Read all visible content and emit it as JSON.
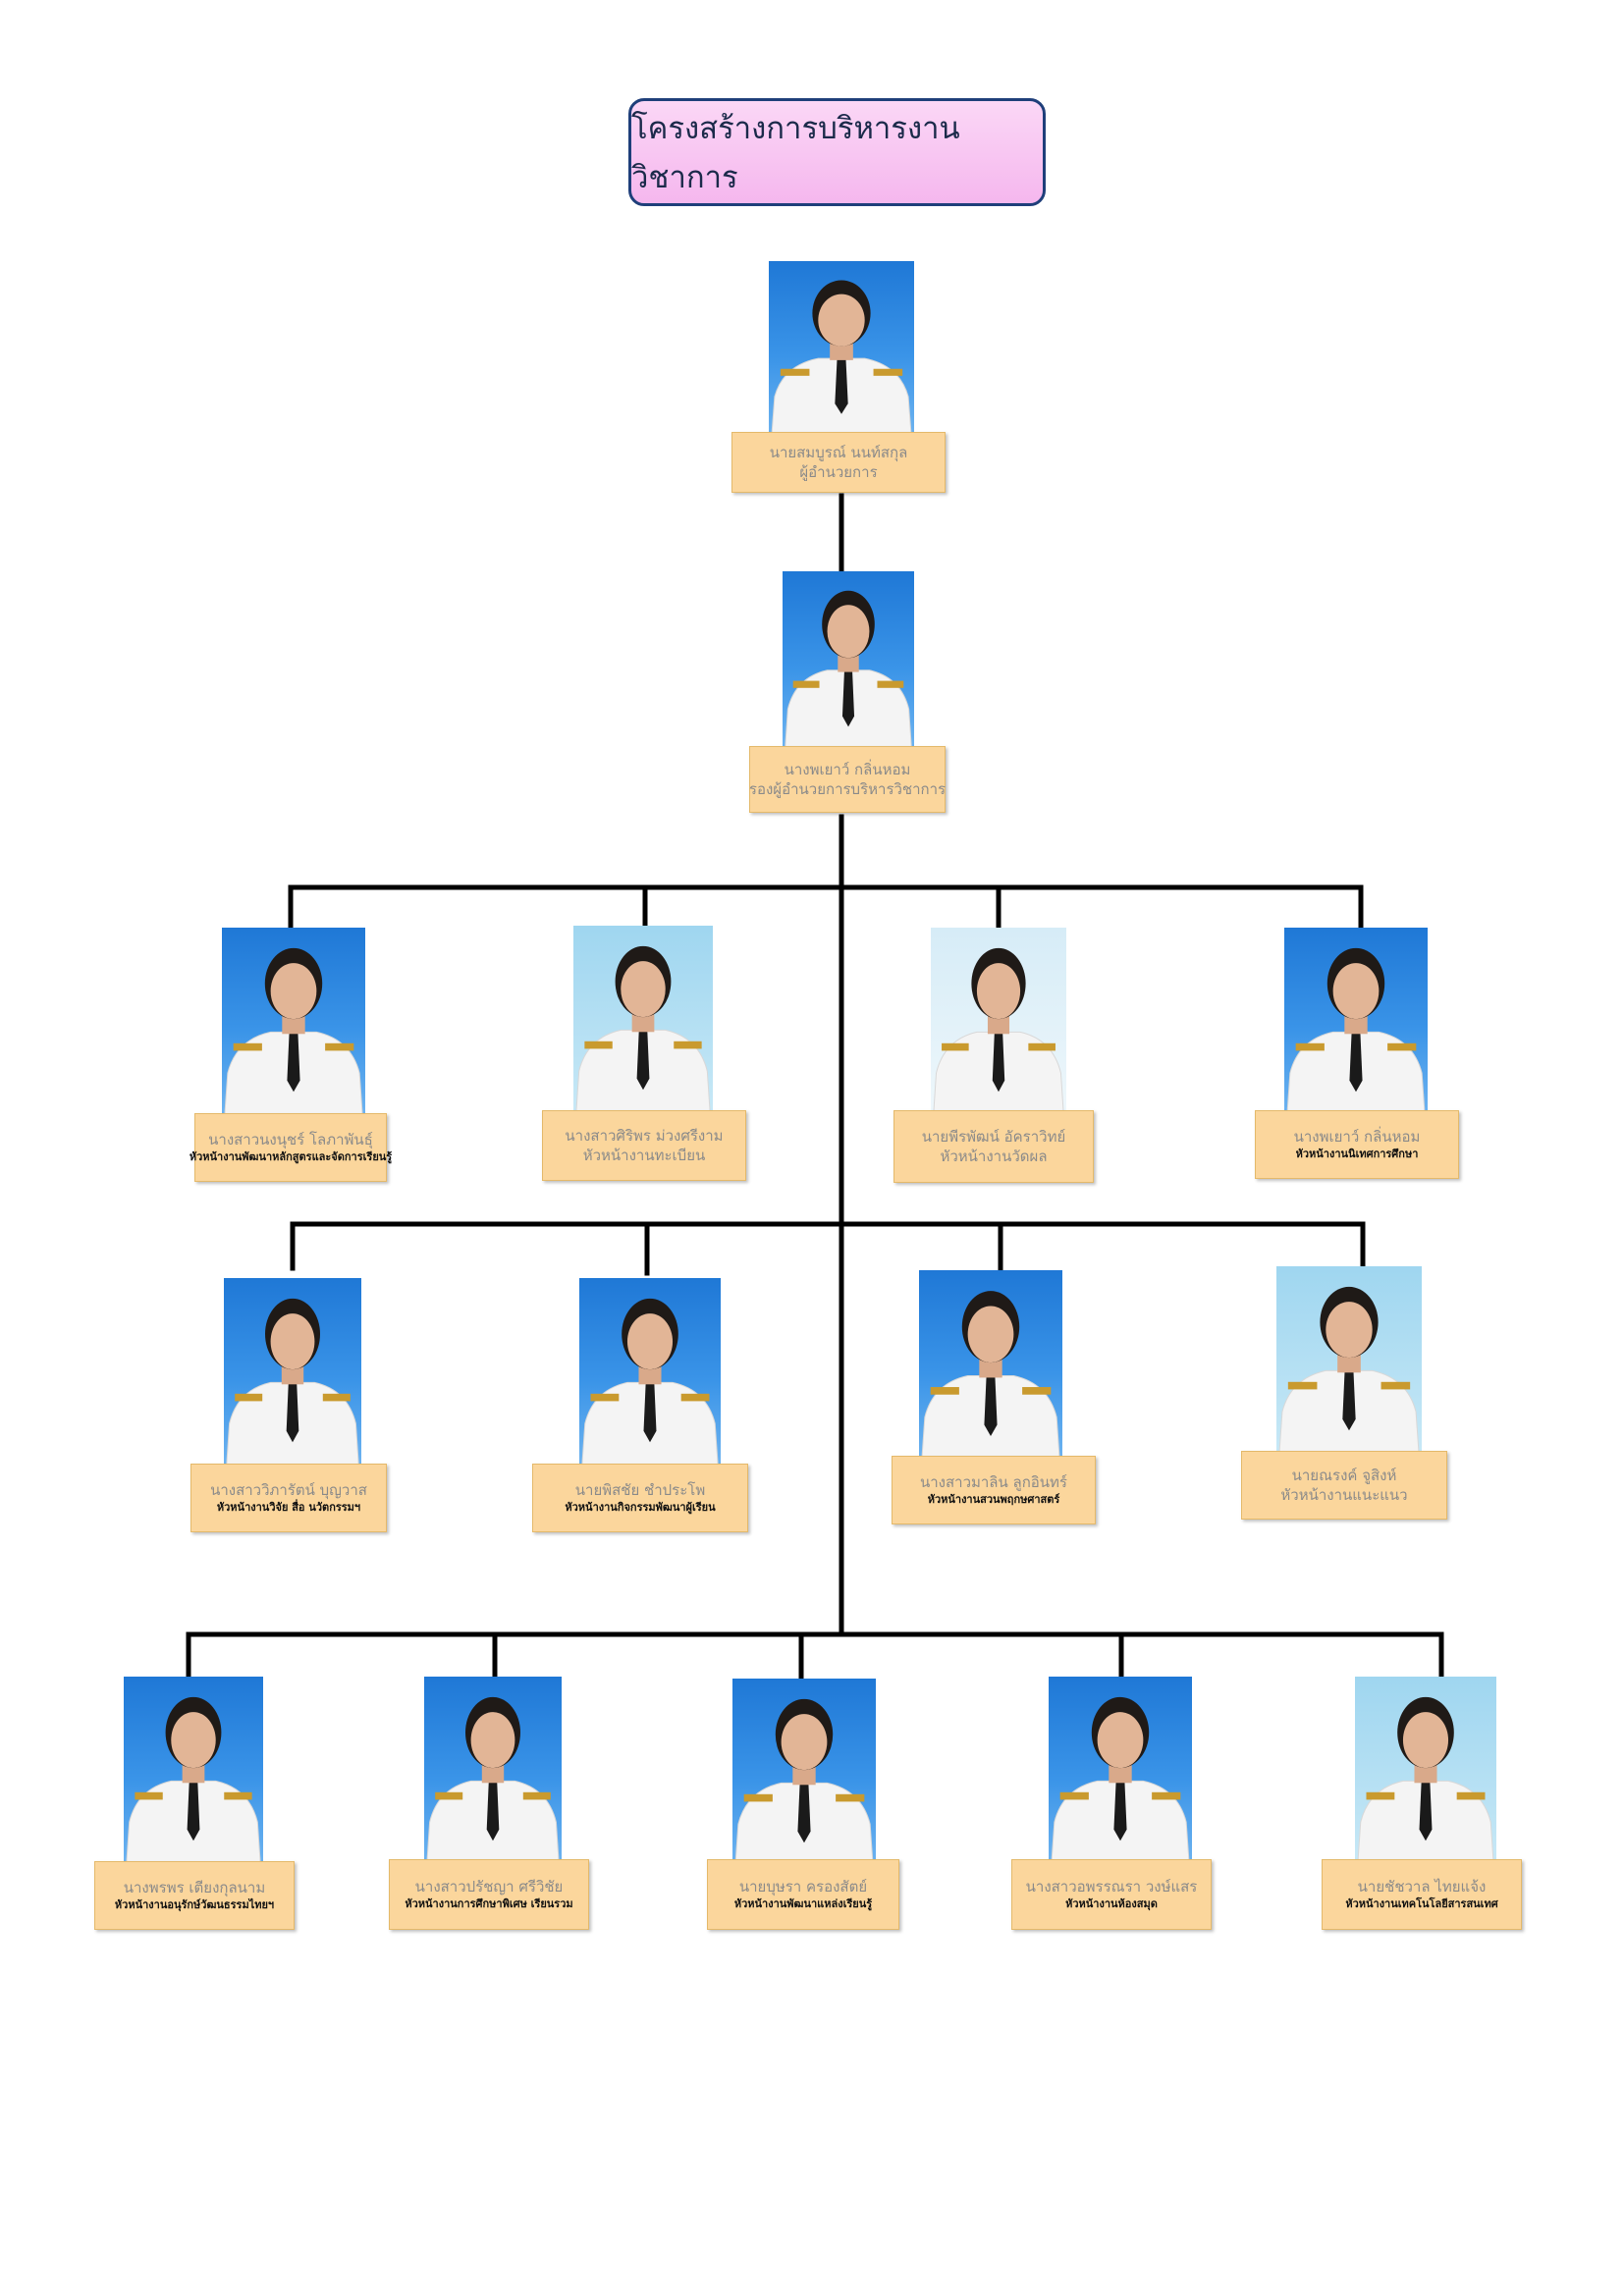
{
  "title": "โครงสร้างการบริหารงานวิชาการ",
  "colors": {
    "photo_bg": "#1f78d6",
    "label_bg": "#fbd69c",
    "title_bg": "#f5b7ee",
    "connector": "#000000"
  },
  "people": {
    "director": {
      "name": "นายสมบูรณ์ นนท์สกุล",
      "role": "ผู้อำนวยการ"
    },
    "deputy": {
      "name": "นางพเยาว์ กลิ่นหอม",
      "role": "รองผู้อำนวยการบริหารวิชาการ"
    },
    "row1": [
      {
        "name": "นางสาวนงนุชร์ โลภาพันธุ์",
        "role": "หัวหน้างานพัฒนาหลักสูตรและจัดการเรียนรู้"
      },
      {
        "name": "นางสาวศิริพร ม่วงศรีงาม",
        "role": "หัวหน้างานทะเบียน"
      },
      {
        "name": "นายพีรพัฒน์ อัคราวิทย์",
        "role": "หัวหน้างานวัดผล"
      },
      {
        "name": "นางพเยาว์ กลิ่นหอม",
        "role": "หัวหน้างานนิเทศการศึกษา"
      }
    ],
    "row2": [
      {
        "name": "นางสาววิภารัตน์ บุญวาส",
        "role": "หัวหน้างานวิจัย สื่อ นวัตกรรมฯ"
      },
      {
        "name": "นายพิสชัย ชำประโพ",
        "role": "หัวหน้างานกิจกรรมพัฒนาผู้เรียน"
      },
      {
        "name": "นางสาวมาลิน ลูกอินทร์",
        "role": "หัวหน้างานสวนพฤกษศาสตร์"
      },
      {
        "name": "นายณรงค์ จูสิงห์",
        "role": "หัวหน้างานแนะแนว"
      }
    ],
    "row3": [
      {
        "name": "นางพรพร เตียงกุลนาม",
        "role": "หัวหน้างานอนุรักษ์วัฒนธรรมไทยฯ"
      },
      {
        "name": "นางสาวปรัชญา ศรีวิชัย",
        "role": "หัวหน้างานการศึกษาพิเศษ เรียนรวม"
      },
      {
        "name": "นายบุษรา ครองสัตย์",
        "role": "หัวหน้างานพัฒนาแหล่งเรียนรู้"
      },
      {
        "name": "นางสาวอพรรณรา วงษ์แสร",
        "role": "หัวหน้างานห้องสมุด"
      },
      {
        "name": "นายชัชวาล ไทยแจ้ง",
        "role": "หัวหน้างานเทคโนโลยีสารสนเทศ"
      }
    ]
  }
}
